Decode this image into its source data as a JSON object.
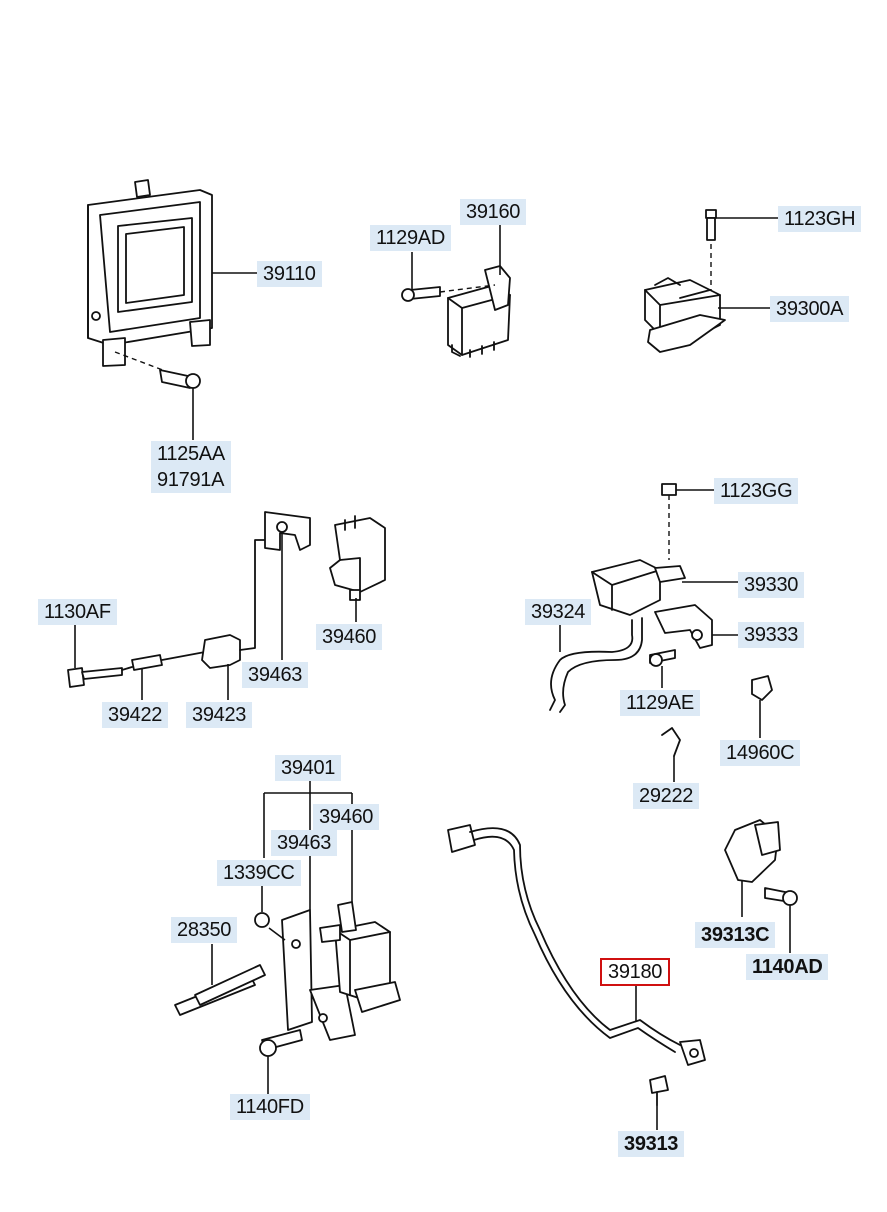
{
  "labels": {
    "p39110": "39110",
    "p1125AA_91791A": "1125AA\n91791A",
    "p1129AD": "1129AD",
    "p39160": "39160",
    "p1123GH": "1123GH",
    "p39300A": "39300A",
    "p1130AF": "1130AF",
    "p39460_top": "39460",
    "p39463_top": "39463",
    "p39422": "39422",
    "p39423": "39423",
    "p1123GG": "1123GG",
    "p39330": "39330",
    "p39324": "39324",
    "p39333": "39333",
    "p1129AE": "1129AE",
    "p14960C": "14960C",
    "p29222": "29222",
    "p39401": "39401",
    "p39460_bottom": "39460",
    "p39463_bottom": "39463",
    "p1339CC": "1339CC",
    "p28350": "28350",
    "p1140FD": "1140FD",
    "p39180": "39180",
    "p39313C": "39313C",
    "p1140AD": "1140AD",
    "p39313": "39313"
  }
}
